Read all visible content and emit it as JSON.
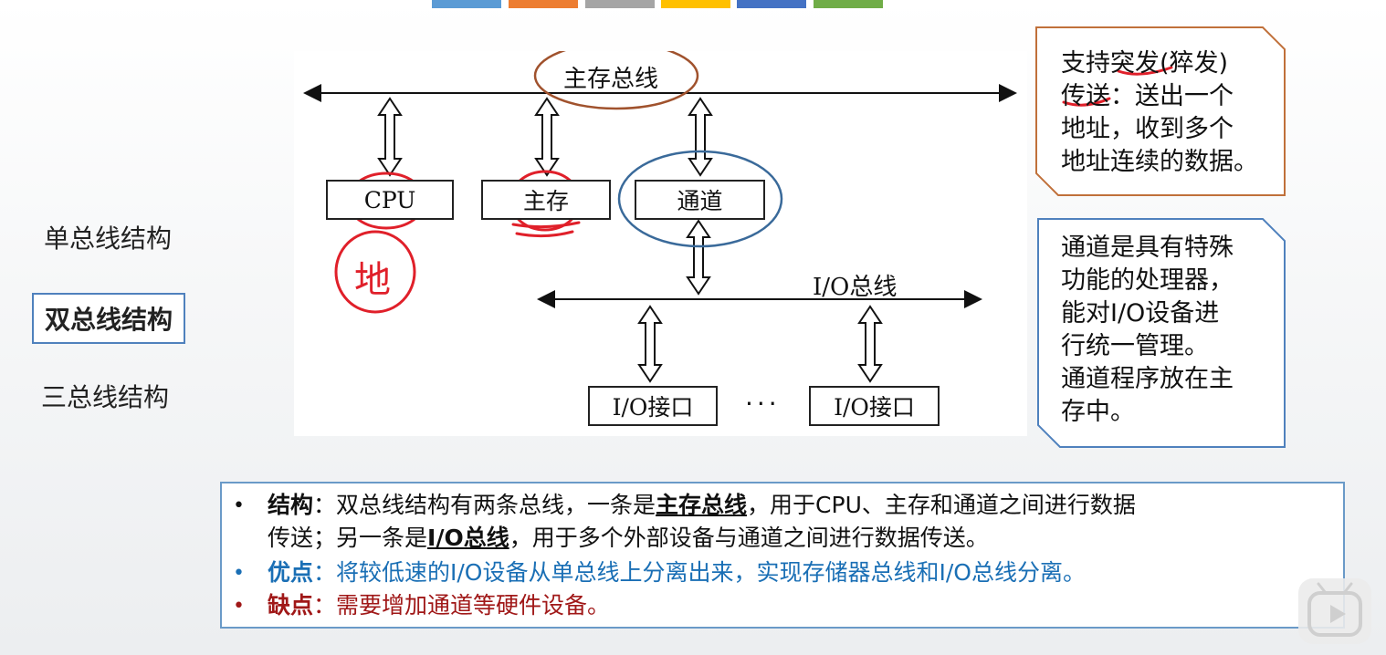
{
  "sidebar": {
    "items": [
      {
        "label": "单总线结构",
        "active": false
      },
      {
        "label": "双总线结构",
        "active": true
      },
      {
        "label": "三总线结构",
        "active": false
      }
    ]
  },
  "top_color_bars": [
    "#5b9bd5",
    "#ed7d31",
    "#a5a5a5",
    "#ffc000",
    "#4472c4",
    "#70ad47"
  ],
  "diagram": {
    "main_bus_label": "主存总线",
    "io_bus_label": "I/O总线",
    "cpu_label": "CPU",
    "memory_label": "主存",
    "channel_label": "通道",
    "io_interface_1": "I/O接口",
    "io_interface_2": "I/O接口",
    "ellipsis": "···",
    "handwritten_note": "地"
  },
  "notes": {
    "burst_lines": [
      "支持突发(猝发)",
      "传送：送出一个",
      "地址，收到多个",
      "地址连续的数据。"
    ],
    "channel_lines": [
      "通道是具有特殊",
      "功能的处理器，",
      "能对I/O设备进",
      "行统一管理。",
      "通道程序放在主",
      "存中。"
    ]
  },
  "bottom": {
    "structure_label": "结构",
    "structure_text_1": "：双总线结构有两条总线，一条是",
    "main_bus_bold": "主存总线",
    "structure_text_2": "，用于CPU、主存和通道之间进行数据",
    "structure_text_3": "传送；另一条是",
    "io_bus_bold": "I/O总线",
    "structure_text_4": "，用于多个外部设备与通道之间进行数据传送。",
    "pros_label": "优点",
    "pros_text": "：将较低速的I/O设备从单总线上分离出来，实现存储器总线和I/O总线分离。",
    "cons_label": "缺点",
    "cons_text": "：需要增加通道等硬件设备。",
    "bullet": "•",
    "colors": {
      "text": "#111111",
      "pros": "#1a6fb5",
      "cons": "#a01818",
      "frame": "#6a9ac8"
    }
  },
  "annotation_colors": {
    "red": "#e0202a",
    "brown": "#a0522d",
    "blue": "#3a6a9a"
  },
  "player": {
    "icon": "play-icon"
  }
}
